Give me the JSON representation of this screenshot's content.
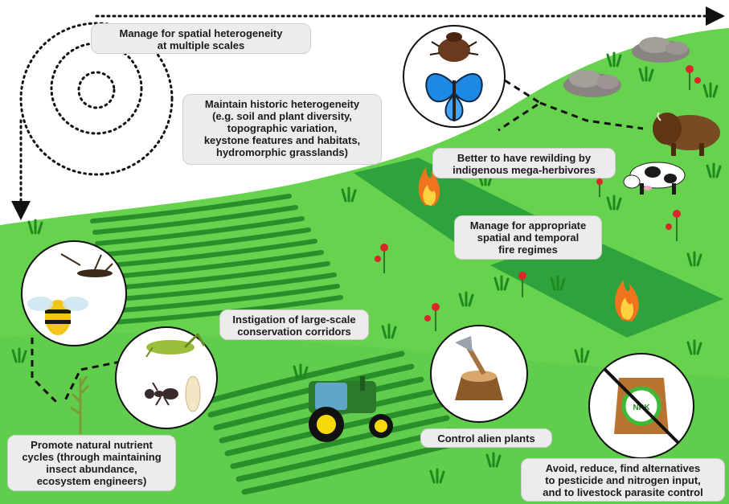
{
  "labels": {
    "spatial": "Manage for spatial heterogeneity\nat multiple scales",
    "historic": "Maintain historic heterogeneity\n(e.g. soil and plant diversity,\ntopographic variation,\nkeystone features and habitats,\nhydromorphic grasslands)",
    "rewilding": "Better to have rewilding by\nindigenous mega-herbivores",
    "fire": "Manage for appropriate\nspatial and temporal\nfire regimes",
    "corridors": "Instigation of large-scale\nconservation corridors",
    "nutrient": "Promote natural nutrient\ncycles (through maintaining\ninsect abundance,\necosystem engineers)",
    "alien": "Control alien plants",
    "pesticide": "Avoid, reduce, find alternatives\nto pesticide and nitrogen input,\nand to livestock parasite control"
  },
  "bag_text": "NPK",
  "colors": {
    "grass_light": "#66d24e",
    "grass_mid": "#3fb93a",
    "strip_dark": "#249a3a",
    "rows_green": "#2a8f2a",
    "label_bg": "#ececec",
    "tractor_green": "#2a7a2a",
    "tractor_yellow": "#f5d90a",
    "flame": "#f0731e",
    "poppy": "#d8262a"
  },
  "icons": [
    "beetle-icon",
    "butterfly-icon",
    "wasp-icon",
    "bee-icon",
    "grasshopper-icon",
    "ant-icon",
    "larva-icon",
    "axe-stump-icon",
    "fertilizer-bag-icon",
    "tractor-icon",
    "bison-icon",
    "cow-icon",
    "fire-icon",
    "rock-icon",
    "poppy-icon"
  ]
}
